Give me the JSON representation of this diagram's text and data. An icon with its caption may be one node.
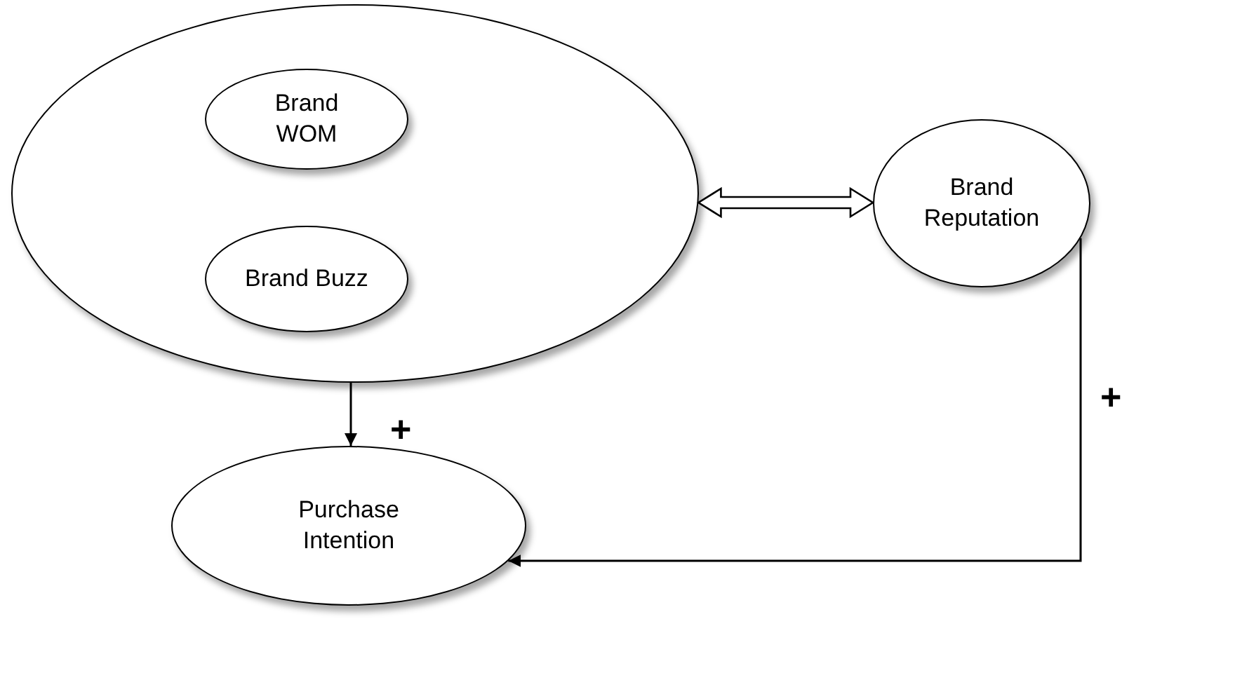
{
  "diagram": {
    "nodes": [
      {
        "text": [],
        "shape": "ellipse"
      },
      {
        "text": [
          "Brand WOM"
        ],
        "in": 0
      },
      {
        "text": [
          "Brand Buzz"
        ],
        "in": 0
      },
      {
        "text": [
          "Brand Reputation"
        ]
      },
      {
        "text": [
          "Purchase Intention"
        ]
      }
    ],
    "edges": [
      {
        "from": 0,
        "to": 3,
        "arrow": "both",
        "style": "thick"
      },
      {
        "from": 0,
        "to": 4,
        "arrow": "to",
        "label": "+"
      },
      {
        "from": 3,
        "to": 4,
        "arrow": "to",
        "label": "+"
      }
    ]
  }
}
